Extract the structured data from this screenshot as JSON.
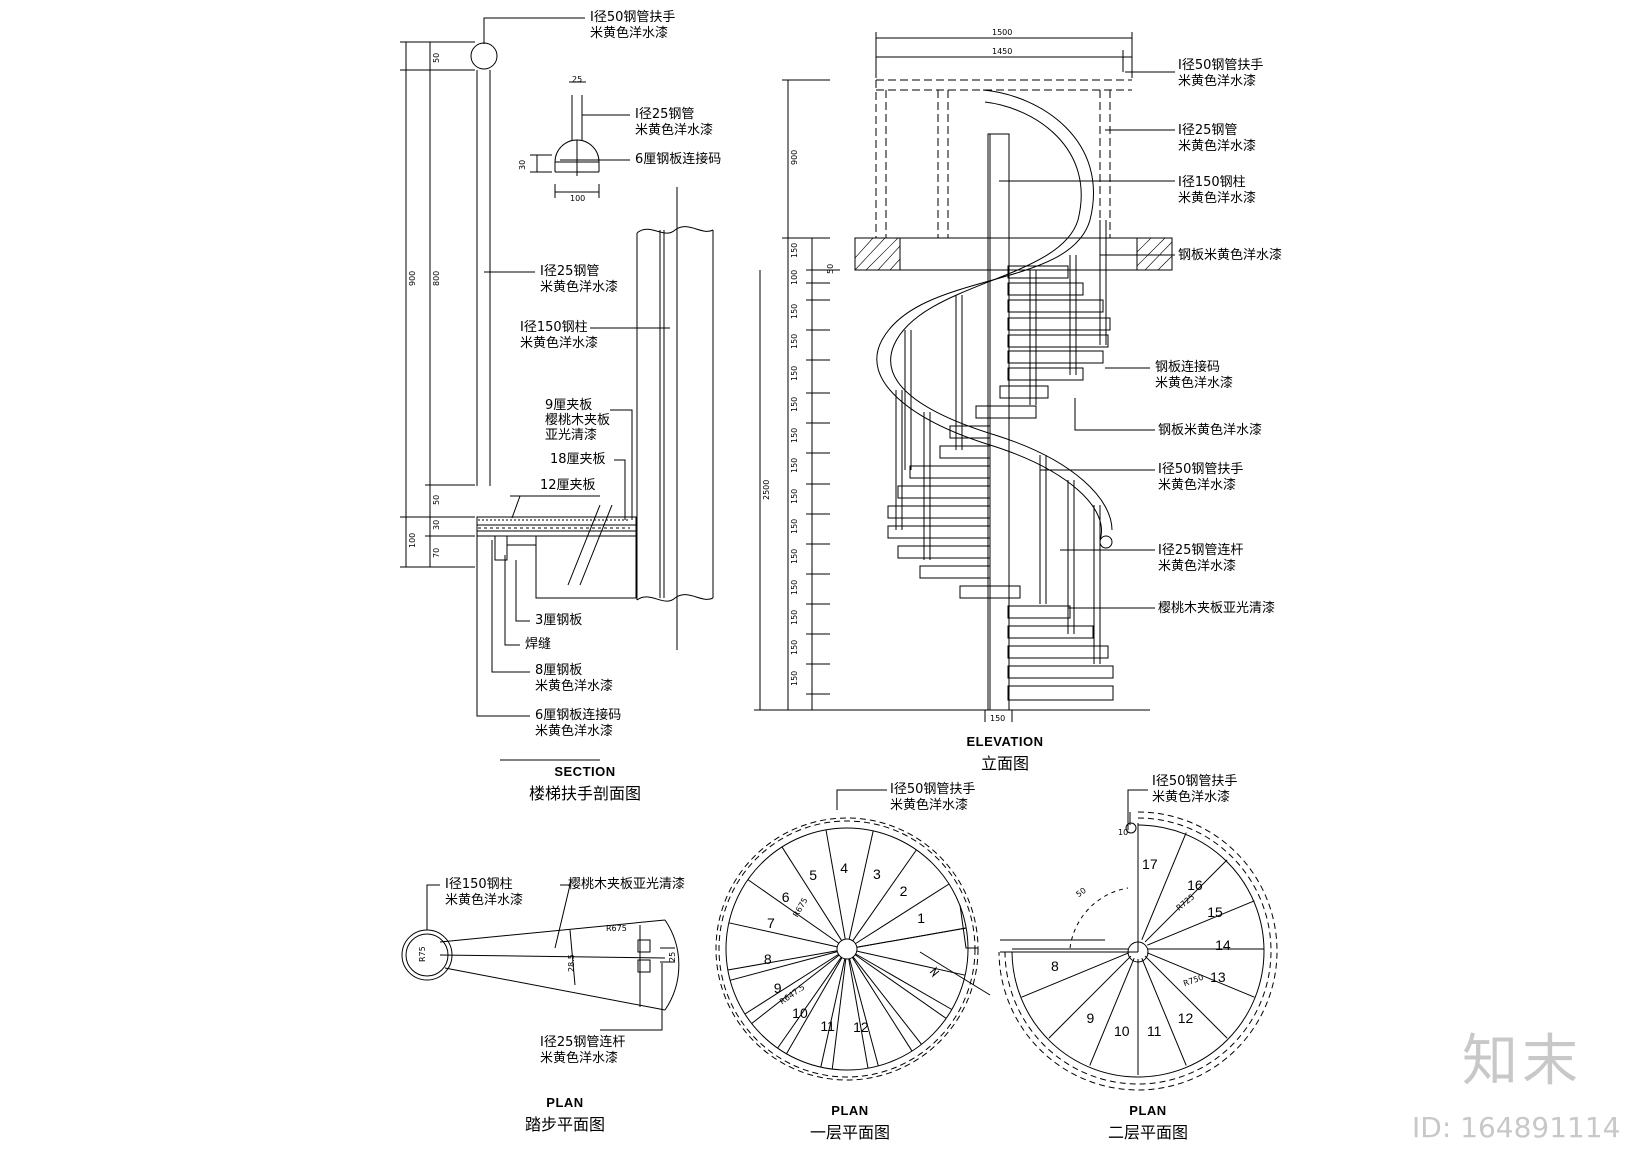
{
  "section": {
    "title_en": "SECTION",
    "title_cn": "楼梯扶手剖面图",
    "labels": {
      "rail50": [
        "Ⅰ径50钢管扶手",
        "米黄色洋水漆"
      ],
      "pipe25": [
        "Ⅰ径25钢管",
        "米黄色洋水漆"
      ],
      "plate6": "6厘钢板连接码",
      "pipe25b": [
        "Ⅰ径25钢管",
        "米黄色洋水漆"
      ],
      "col150": [
        "Ⅰ径150钢柱",
        "米黄色洋水漆"
      ],
      "ply9": [
        "9厘夹板",
        "樱桃木夹板",
        "亚光清漆"
      ],
      "ply18": "18厘夹板",
      "ply12": "12厘夹板",
      "steel3": "3厘钢板",
      "weld": "焊缝",
      "steel8": [
        "8厘钢板",
        "米黄色洋水漆"
      ],
      "plate6b": [
        "6厘钢板连接码",
        "米黄色洋水漆"
      ]
    },
    "dims": {
      "d50": "50",
      "d900": "900",
      "d800": "800",
      "d50b": "50",
      "d30": "30",
      "d100": "100",
      "d70": "70",
      "d25": "25",
      "d30b": "30",
      "d100b": "100"
    }
  },
  "elevation": {
    "title_en": "ELEVATION",
    "title_cn": "立面图",
    "dims": {
      "w1500": "1500",
      "w1450": "1450",
      "h900": "900",
      "h150": "150",
      "h50": "50",
      "h100": "100",
      "h2500": "2500",
      "b150": "150"
    },
    "labels": {
      "rail50": [
        "Ⅰ径50钢管扶手",
        "米黄色洋水漆"
      ],
      "pipe25": [
        "Ⅰ径25钢管",
        "米黄色洋水漆"
      ],
      "col150": [
        "Ⅰ径150钢柱",
        "米黄色洋水漆"
      ],
      "plate": "钢板米黄色洋水漆",
      "conn": [
        "钢板连接码",
        "米黄色洋水漆"
      ],
      "plate2": "钢板米黄色洋水漆",
      "rail50b": [
        "Ⅰ径50钢管扶手",
        "米黄色洋水漆"
      ],
      "pipe25c": [
        "Ⅰ径25钢管连杆",
        "米黄色洋水漆"
      ],
      "cherry": "樱桃木夹板亚光清漆"
    }
  },
  "plan_step": {
    "title_en": "PLAN",
    "title_cn": "踏步平面图",
    "labels": {
      "col150": [
        "Ⅰ径150钢柱",
        "米黄色洋水漆"
      ],
      "cherry": "樱桃木夹板亚光清漆",
      "pipe25": [
        "Ⅰ径25钢管连杆",
        "米黄色洋水漆"
      ]
    },
    "dims": {
      "r675": "R675",
      "r75": "R75",
      "d285": "28.5",
      "d25": "25"
    }
  },
  "plan_first": {
    "title_en": "PLAN",
    "title_cn": "一层平面图",
    "label": [
      "Ⅰ径50钢管扶手",
      "米黄色洋水漆"
    ],
    "steps": [
      "1",
      "2",
      "3",
      "4",
      "5",
      "6",
      "7",
      "8",
      "9",
      "10",
      "11",
      "12"
    ],
    "dims": {
      "r675": "R675",
      "r6475": "R647.5"
    }
  },
  "plan_second": {
    "title_en": "PLAN",
    "title_cn": "二层平面图",
    "label": [
      "Ⅰ径50钢管扶手",
      "米黄色洋水漆"
    ],
    "steps": [
      "8",
      "9",
      "10",
      "11",
      "12",
      "13",
      "14",
      "15",
      "16",
      "17"
    ],
    "dims": {
      "r725": "R725",
      "r750": "R750",
      "d50": "50",
      "d10": "10"
    }
  },
  "watermark": {
    "logo": "知末",
    "id": "ID: 164891114"
  }
}
